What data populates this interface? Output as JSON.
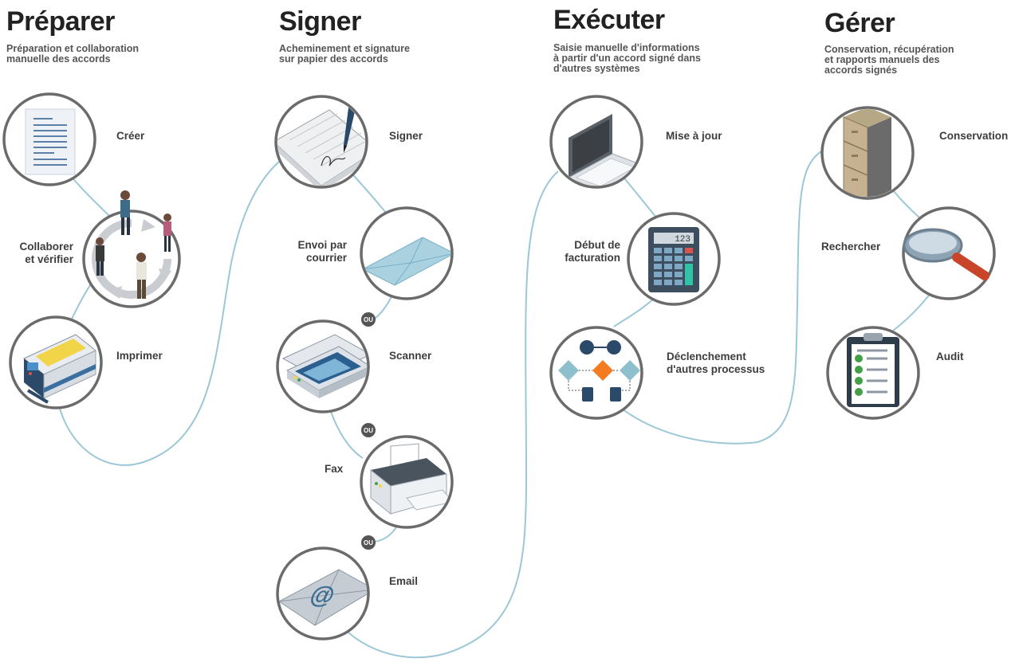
{
  "colors": {
    "connector": "#9cc7d6",
    "circle_stroke": "#6b6b6b",
    "or_badge": "#555555",
    "accent_orange": "#f47b20",
    "accent_teal": "#8dbfcc",
    "navy": "#2b4a6a",
    "check_green": "#43a047",
    "cabinet_tan": "#c6b291",
    "magnifier_red": "#c8452a"
  },
  "or_label": "OU",
  "phases": [
    {
      "title": "Préparer",
      "subtitle": "Préparation et collaboration\nmanuelle des accords",
      "steps": [
        {
          "label": "Créer",
          "icon": "document-icon"
        },
        {
          "label": "Collaborer\net vérifier",
          "icon": "people-collaboration-icon"
        },
        {
          "label": "Imprimer",
          "icon": "copier-icon"
        }
      ]
    },
    {
      "title": "Signer",
      "subtitle": "Acheminement et signature\nsur papier des accords",
      "steps": [
        {
          "label": "Signer",
          "icon": "pen-signature-icon"
        },
        {
          "label": "Envoi par\ncourrier",
          "icon": "envelope-icon"
        },
        {
          "label": "Scanner",
          "icon": "scanner-icon"
        },
        {
          "label": "Fax",
          "icon": "fax-printer-icon"
        },
        {
          "label": "Email",
          "icon": "email-at-icon"
        }
      ]
    },
    {
      "title": "Exécuter",
      "subtitle": "Saisie manuelle d'informations\nà partir d'un accord signé dans\nd'autres systèmes",
      "steps": [
        {
          "label": "Mise à jour",
          "icon": "laptop-icon"
        },
        {
          "label": "Début de\nfacturation",
          "icon": "calculator-icon",
          "display": "123"
        },
        {
          "label": "Déclenchement\nd'autres processus",
          "icon": "process-flow-icon"
        }
      ]
    },
    {
      "title": "Gérer",
      "subtitle": "Conservation, récupération\net rapports manuels des\naccords signés",
      "steps": [
        {
          "label": "Conservation",
          "icon": "filing-cabinet-icon"
        },
        {
          "label": "Rechercher",
          "icon": "magnifier-icon"
        },
        {
          "label": "Audit",
          "icon": "clipboard-checklist-icon"
        }
      ]
    }
  ]
}
